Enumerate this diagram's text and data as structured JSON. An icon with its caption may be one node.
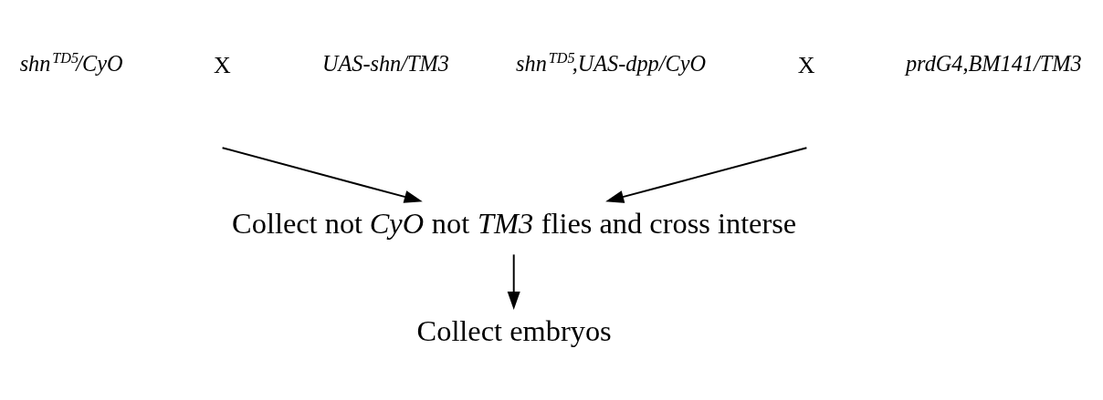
{
  "diagram": {
    "nodes": [
      {
        "text": [
          "shn$^{TD5}$/CyO"
        ]
      },
      {
        "text": [
          "UAS-shn/TM3"
        ]
      },
      {
        "text": [
          "shn$^{TD5}$,UAS-dpp/CyO"
        ]
      },
      {
        "text": [
          "prdG4,BM141/TM3"
        ]
      },
      {
        "text": [
          "Collect not *CyO* not *TM3* flies and cross interse"
        ]
      },
      {
        "text": [
          "Collect embryos"
        ]
      }
    ],
    "edges": [
      {
        "from": null,
        "to": 4,
        "arrow": "to"
      },
      {
        "from": null,
        "to": 4,
        "arrow": "to"
      },
      {
        "from": 4,
        "to": 5,
        "arrow": "to"
      }
    ],
    "labels": [
      "X",
      "X"
    ]
  }
}
